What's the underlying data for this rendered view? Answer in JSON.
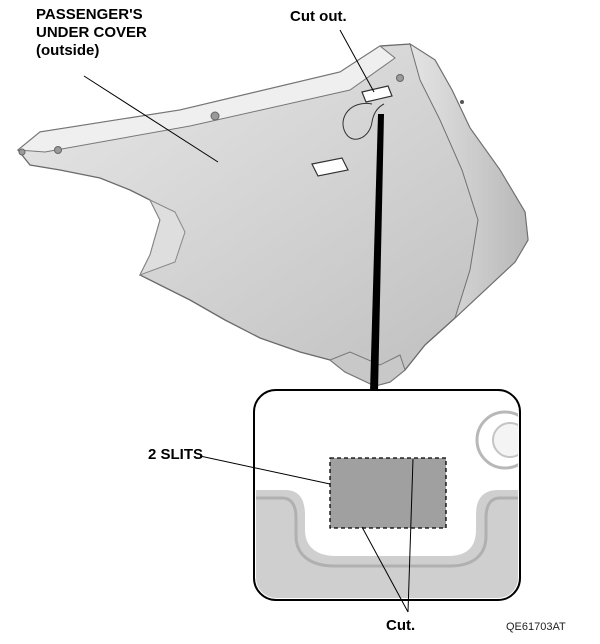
{
  "labels": {
    "cover_line1": "PASSENGER'S",
    "cover_line2": "UNDER COVER",
    "cover_line3": "(outside)",
    "cut_out": "Cut out.",
    "slits": "2 SLITS",
    "cut": "Cut.",
    "figure_code": "QE61703AT"
  }
}
